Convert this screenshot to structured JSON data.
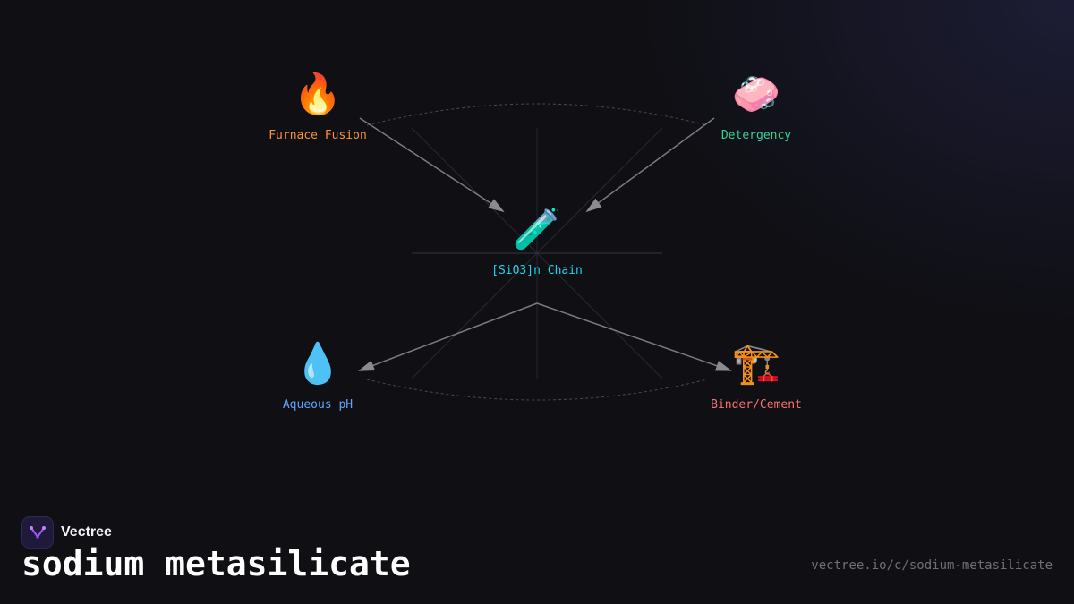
{
  "brand": {
    "name": "Vectree"
  },
  "title": "sodium metasilicate",
  "url": "vectree.io/c/sodium-metasilicate",
  "diagram": {
    "center": {
      "id": "center",
      "label": "[SiO3]n Chain",
      "icon": "test-tube-icon",
      "glyph": "🧪",
      "color": "#22d3ee"
    },
    "nodes": [
      {
        "id": "furnace",
        "label": "Furnace Fusion",
        "icon": "fire-icon",
        "glyph": "🔥",
        "color": "#fb923c"
      },
      {
        "id": "detergency",
        "label": "Detergency",
        "icon": "soap-icon",
        "glyph": "🧼",
        "color": "#34d399"
      },
      {
        "id": "aqueous",
        "label": "Aqueous pH",
        "icon": "droplet-icon",
        "glyph": "💧",
        "color": "#60a5fa"
      },
      {
        "id": "binder",
        "label": "Binder/Cement",
        "icon": "crane-icon",
        "glyph": "🏗️",
        "color": "#f87171"
      }
    ],
    "edges": [
      {
        "from": "furnace",
        "to": "center"
      },
      {
        "from": "detergency",
        "to": "center"
      },
      {
        "from": "center",
        "to": "aqueous"
      },
      {
        "from": "center",
        "to": "binder"
      }
    ],
    "line_color": "#7a7a80",
    "arrow_color": "#8a8a90"
  }
}
